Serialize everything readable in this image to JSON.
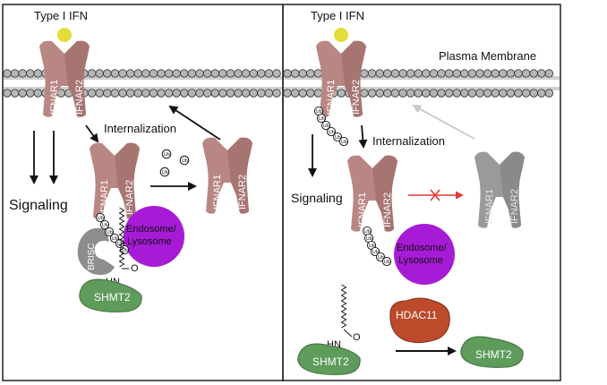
{
  "colors": {
    "receptor_active": "#b98783",
    "receptor_active_dark": "#8e5f5d",
    "receptor_grey": "#9a9a9a",
    "ligand": "#e4dc38",
    "membrane_bead": "#b5b5b5",
    "endosome": "#a61bd6",
    "shmt2": "#5f9c5c",
    "brisc": "#8d8d8d",
    "hdac11": "#bd4a2a",
    "inhibit_arrow": "#e53935",
    "faded_arrow": "#c8c8c8"
  },
  "left_panel": {
    "ligand_label": "Type I IFN",
    "ifnar1": "IFNAR1",
    "ifnar2": "IFNAR2",
    "internalization": "Internalization",
    "signaling": "Signaling",
    "ub": "Ub",
    "endosome": "Endosome/",
    "lysosome": "Lysosome",
    "brisc": "BRISC",
    "o_label": "O",
    "hn_label": "HN",
    "shmt2": "SHMT2"
  },
  "right_panel": {
    "ligand_label": "Type I IFN",
    "membrane_label": "Plasma Membrane",
    "ifnar1": "IFNAR1",
    "ifnar2": "IFNAR2",
    "internalization": "Internalization",
    "signaling": "Signaling",
    "ub": "Ub",
    "endosome": "Endosome/",
    "lysosome": "Lysosome",
    "hdac11": "HDAC11",
    "o_label": "O",
    "hn_label": "HN",
    "shmt2": "SHMT2"
  }
}
